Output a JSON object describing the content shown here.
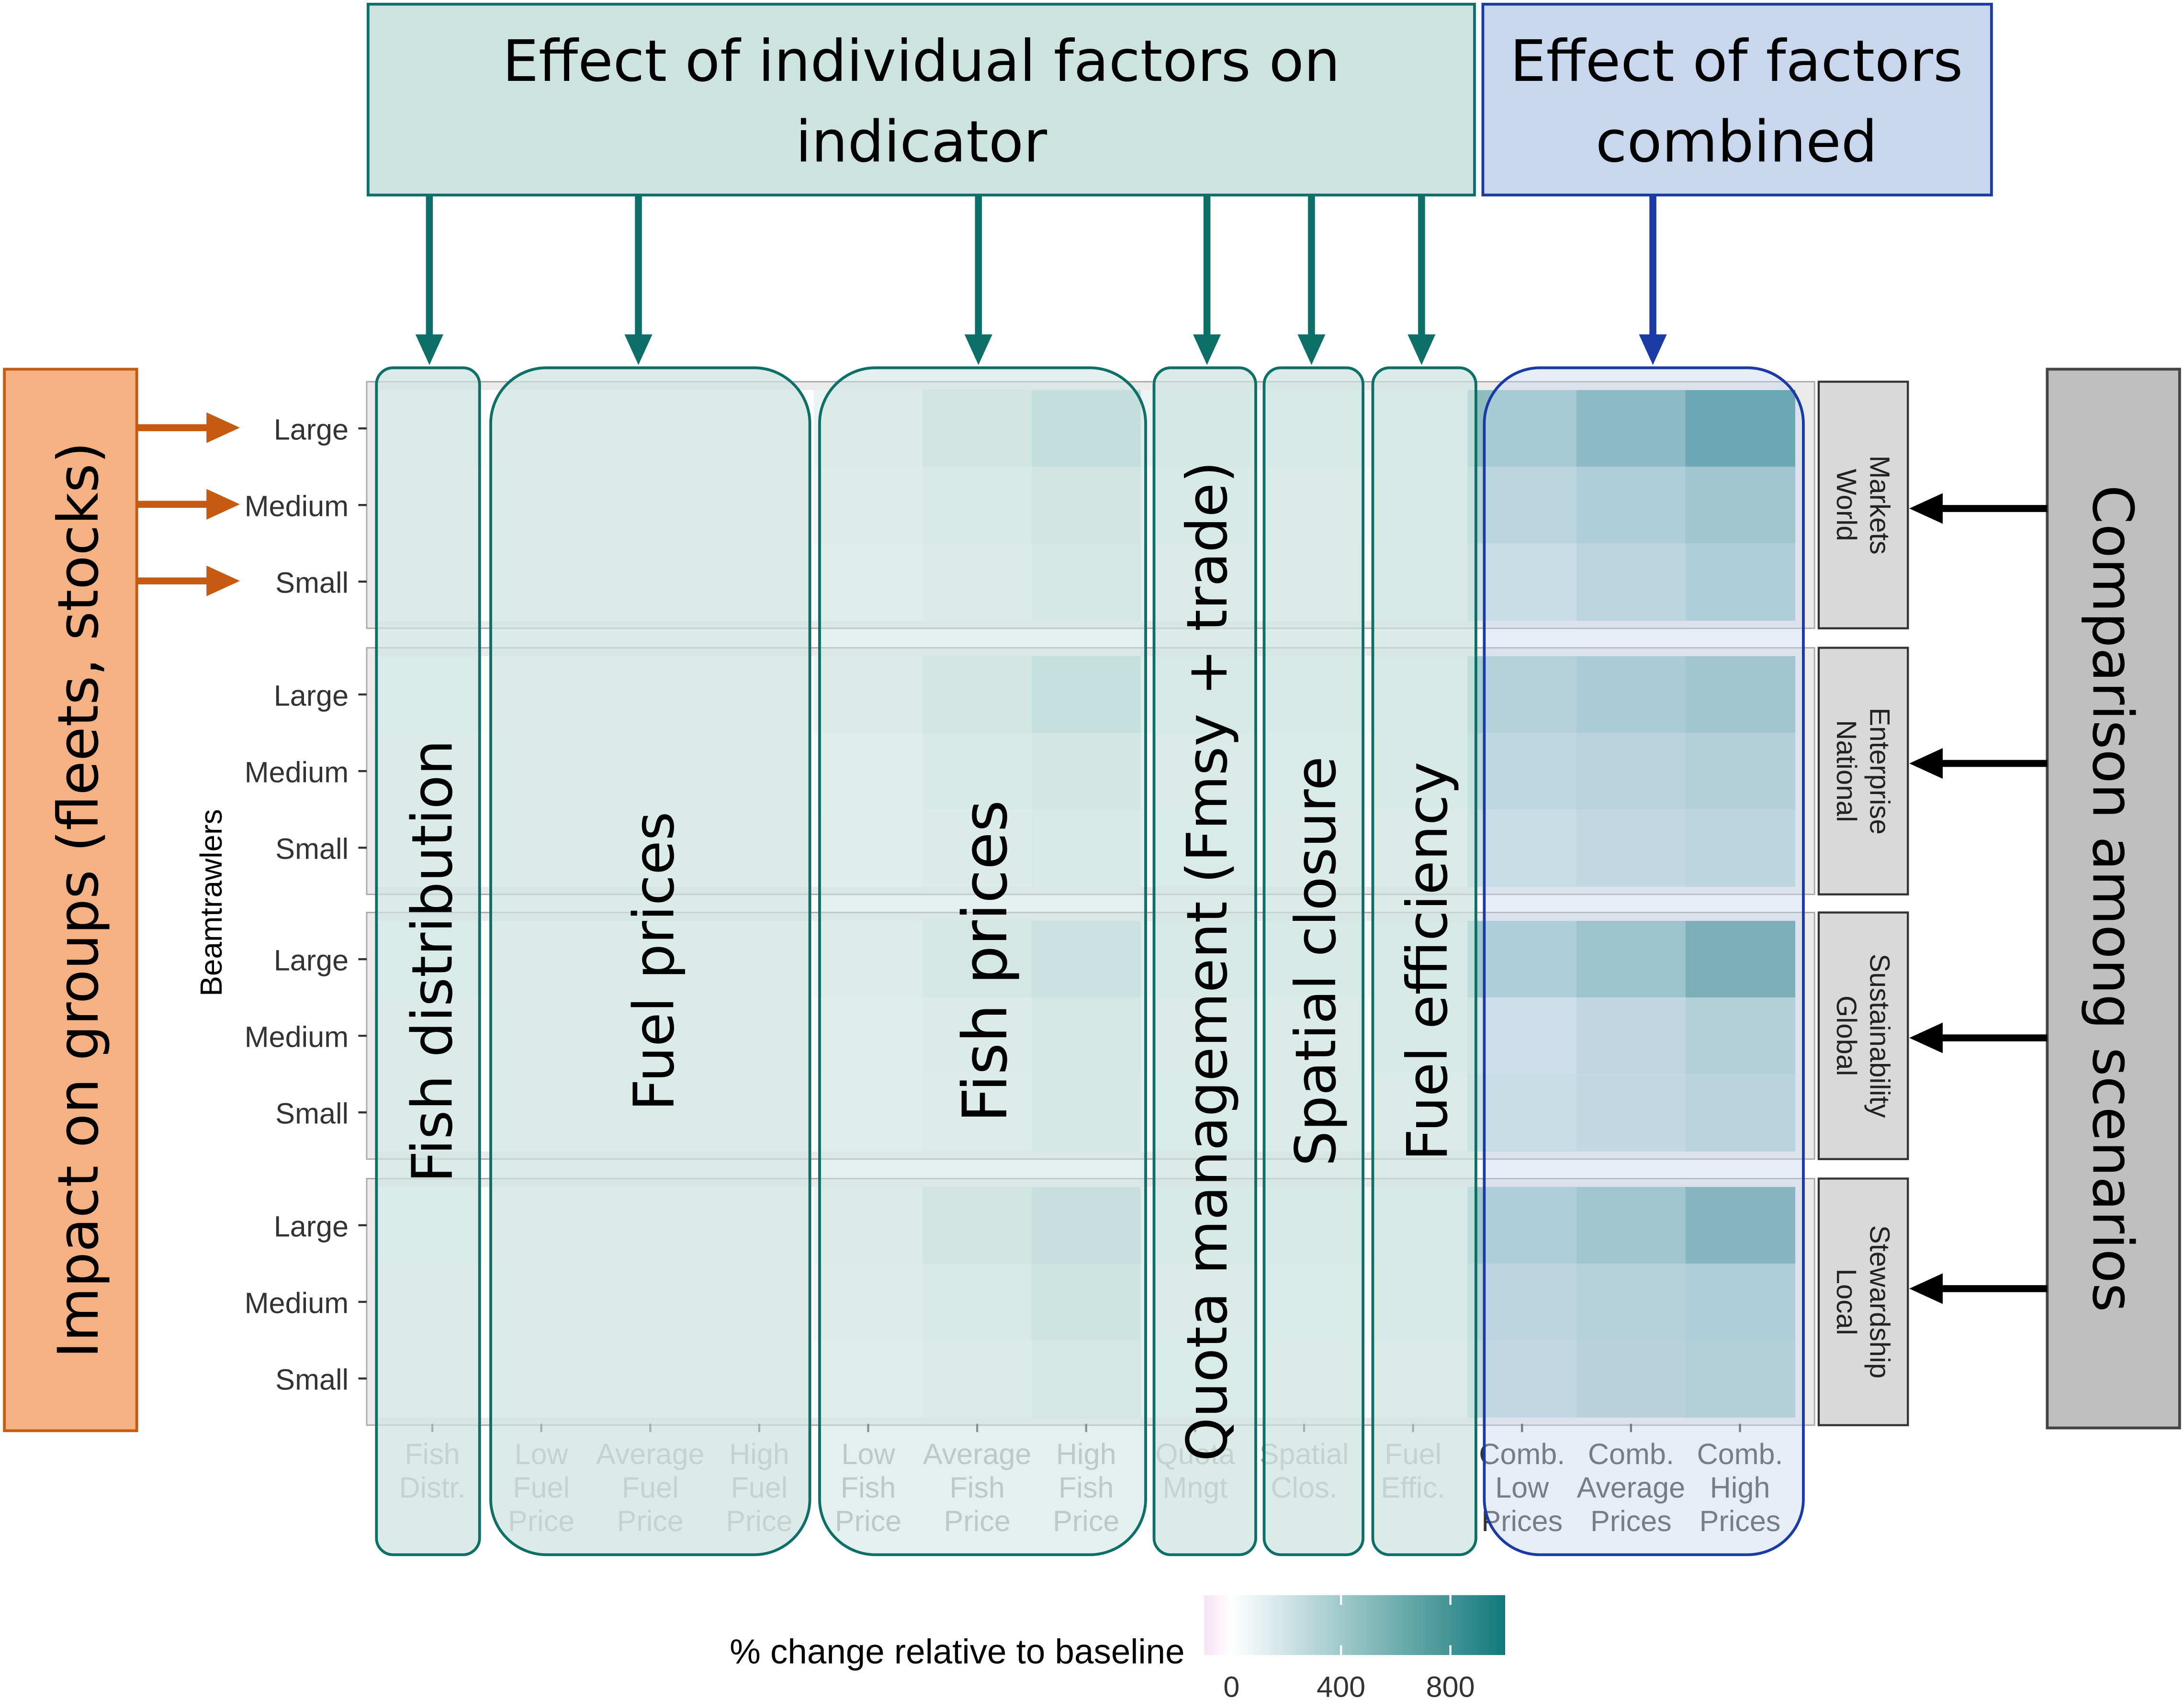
{
  "header": {
    "individual_line1": "Effect of individual factors on",
    "individual_line2": "indicator",
    "combined_line1": "Effect of factors",
    "combined_line2": "combined"
  },
  "side": {
    "left_label": "Impact on groups (fleets, stocks)",
    "right_label": "Comparison among scenarios"
  },
  "factor_labels": [
    "Fish distribution",
    "Fuel prices",
    "Fish prices",
    "Quota management (Fmsy + trade)",
    "Spatial closure",
    "Fuel efficiency"
  ],
  "legend": {
    "title": "% change relative to baseline",
    "ticks": [
      "0",
      "400",
      "800"
    ],
    "low_color": "#f6e3f6",
    "mid_color": "#ffffff",
    "high_color": "#12797b"
  },
  "colors": {
    "teal": "#0e6e68",
    "teal_fill": "#cce3df",
    "blue": "#1a3aa5",
    "blue_fill": "#c8d6ee",
    "orange_fill": "#f4b184",
    "orange_arrow": "#c65a11",
    "grey_box": "#bfbfbf"
  },
  "chart_data": {
    "type": "heatmap",
    "legend_title": "% change relative to baseline",
    "y_axis_label": "Beamtrawlers",
    "fleets": [
      "Large",
      "Medium",
      "Small"
    ],
    "scenarios": [
      "World Markets",
      "National Enterprise",
      "Global Sustainability",
      "Local Stewardship"
    ],
    "columns": [
      "Fish Distr.",
      "Low Fuel Price",
      "Average Fuel Price",
      "High Fuel Price",
      "Low Fish Price",
      "Average Fish Price",
      "High Fish Price",
      "Quota Mngt",
      "Spatial Clos.",
      "Fuel Effic.",
      "Comb. Low Prices",
      "Comb. Average Prices",
      "Comb. High Prices"
    ],
    "color_range": [
      -100,
      1000
    ],
    "legend_ticks": [
      0,
      400,
      800
    ],
    "values": [
      [
        [
          20,
          5,
          0,
          -5,
          90,
          180,
          300,
          80,
          40,
          60,
          480,
          680,
          940
        ],
        [
          10,
          3,
          0,
          -5,
          60,
          110,
          180,
          30,
          20,
          40,
          330,
          420,
          520
        ],
        [
          10,
          3,
          0,
          -5,
          50,
          90,
          140,
          20,
          10,
          30,
          230,
          320,
          420
        ]
      ],
      [
        [
          15,
          5,
          0,
          -5,
          80,
          160,
          280,
          60,
          30,
          50,
          380,
          450,
          520
        ],
        [
          10,
          3,
          0,
          -5,
          50,
          100,
          160,
          20,
          15,
          35,
          300,
          340,
          400
        ],
        [
          10,
          3,
          0,
          -5,
          40,
          80,
          120,
          15,
          10,
          25,
          230,
          280,
          320
        ]
      ],
      [
        [
          15,
          5,
          0,
          -5,
          70,
          150,
          240,
          50,
          30,
          50,
          420,
          560,
          820
        ],
        [
          10,
          3,
          0,
          -5,
          40,
          80,
          150,
          20,
          10,
          30,
          200,
          290,
          400
        ],
        [
          10,
          3,
          0,
          -5,
          30,
          70,
          130,
          15,
          10,
          25,
          230,
          280,
          340
        ]
      ],
      [
        [
          15,
          5,
          0,
          -5,
          80,
          170,
          260,
          50,
          30,
          50,
          420,
          520,
          740
        ],
        [
          10,
          3,
          0,
          -5,
          60,
          120,
          200,
          20,
          15,
          35,
          320,
          380,
          420
        ],
        [
          10,
          3,
          0,
          -5,
          40,
          80,
          150,
          15,
          10,
          25,
          280,
          350,
          400
        ]
      ]
    ]
  }
}
